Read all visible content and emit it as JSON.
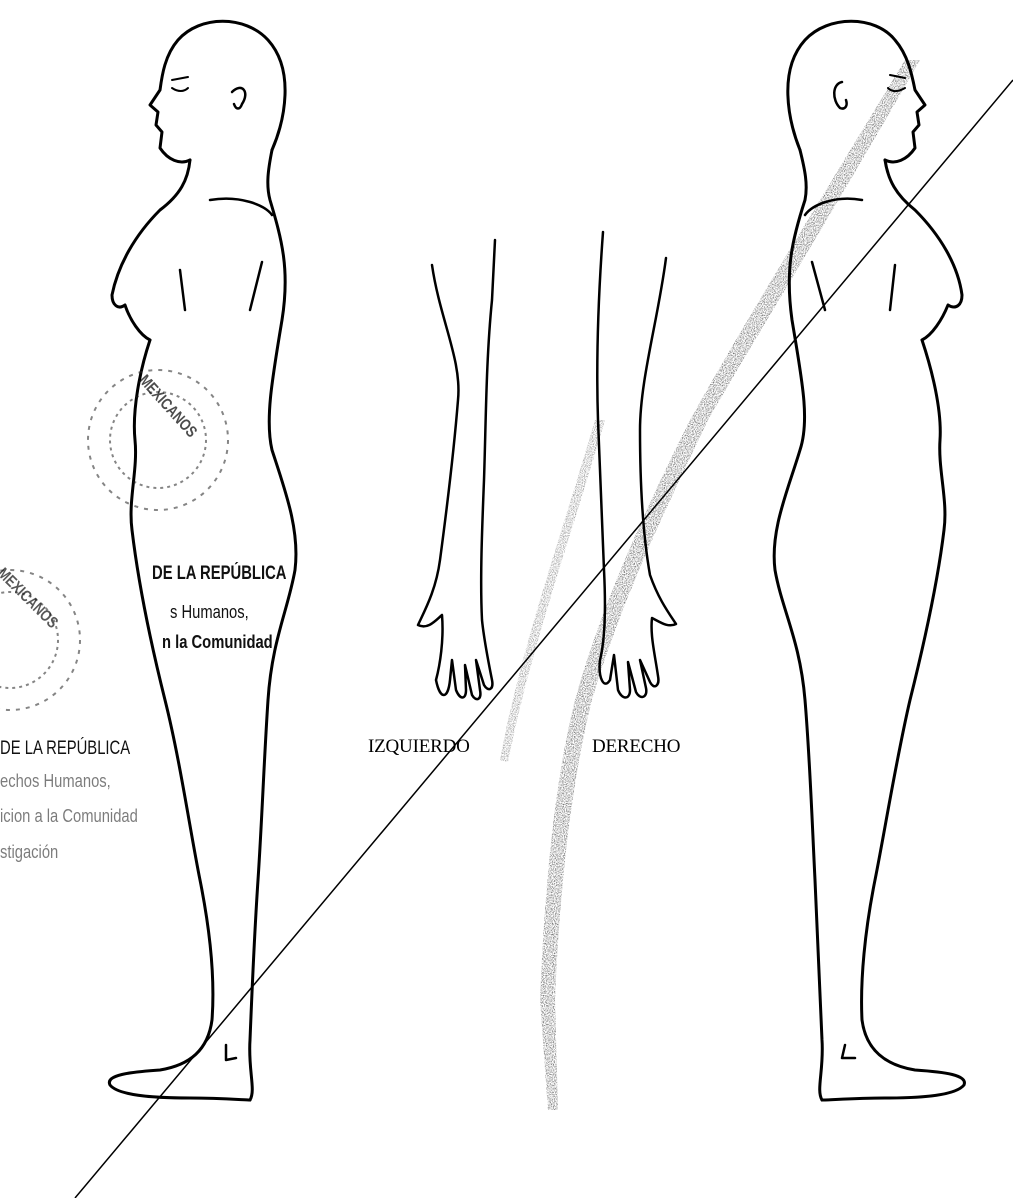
{
  "figure": {
    "left_arm_label": "IZQUIERDO",
    "right_arm_label": "DERECHO"
  },
  "stamp_upper": {
    "arc_text": "MEXICANOS",
    "line1": "DE LA REPÚBLICA",
    "line2": "s Humanos,",
    "line3": "n la Comunidad"
  },
  "stamp_lower": {
    "arc_text": "MEXICANOS",
    "line1": "DE LA REPÚBLICA",
    "line2": "echos Humanos,",
    "line3": "icion a la Comunidad",
    "line4": "stigación"
  }
}
